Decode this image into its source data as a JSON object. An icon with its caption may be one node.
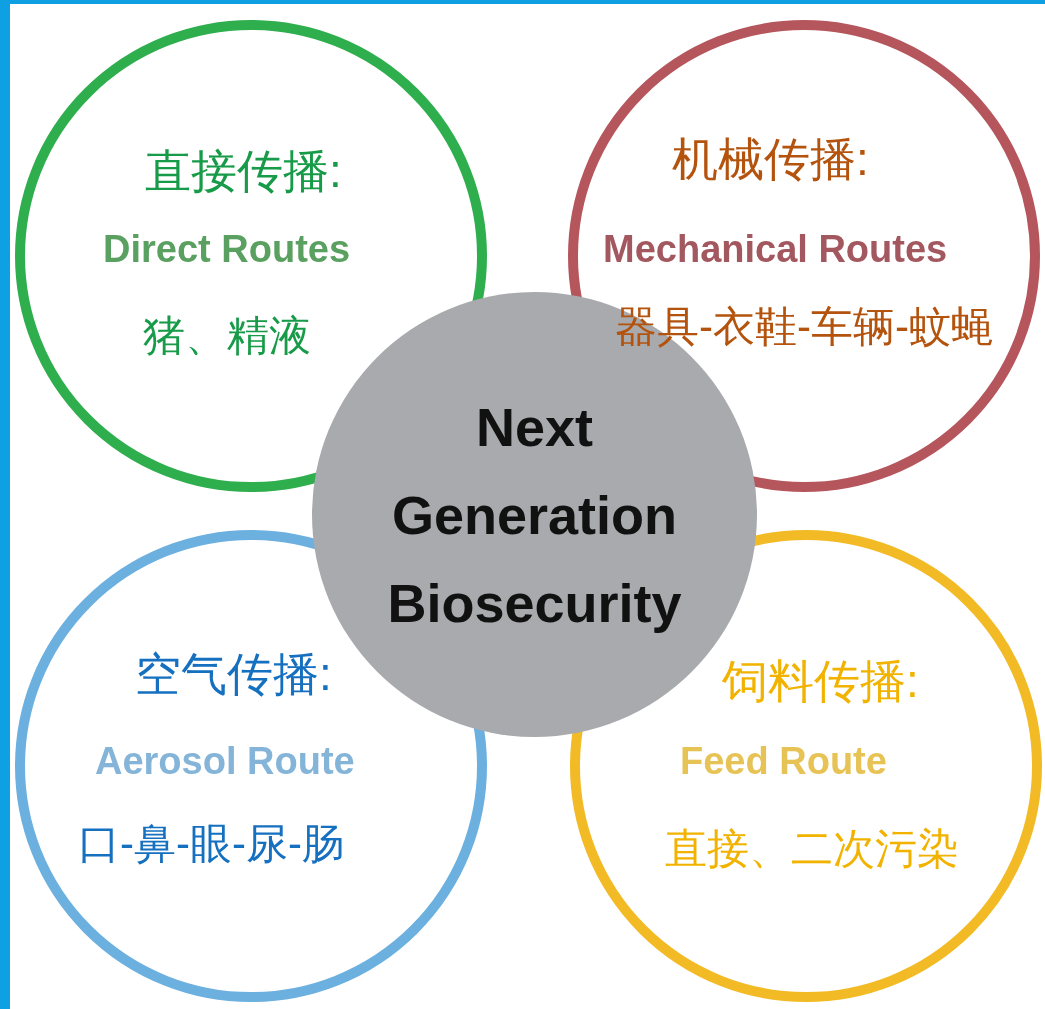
{
  "diagram": {
    "nodes": [
      {
        "text": [
          "直接传播:",
          "Direct Routes",
          "猪、精液"
        ]
      },
      {
        "text": [
          "机械传播:",
          "Mechanical Routes",
          "器具-衣鞋-车辆-蚊蝇"
        ]
      },
      {
        "text": [
          "Next Generation Biosecurity"
        ]
      },
      {
        "text": [
          "空气传播:",
          "Aerosol Route",
          "口-鼻-眼-尿-肠"
        ]
      },
      {
        "text": [
          "饲料传播:",
          "Feed Route",
          "直接、二次污染"
        ]
      }
    ]
  }
}
